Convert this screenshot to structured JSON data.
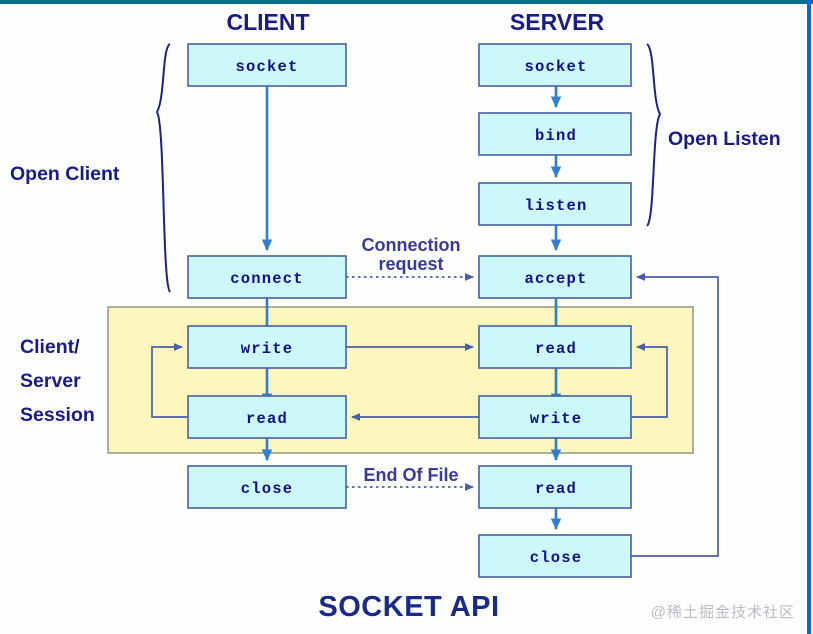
{
  "diagram": {
    "title": "SOCKET API",
    "columns": [
      {
        "id": "client",
        "label": "CLIENT"
      },
      {
        "id": "server",
        "label": "SERVER"
      }
    ],
    "groups": [
      {
        "id": "open-client",
        "label": "Open Client"
      },
      {
        "id": "open-listen",
        "label": "Open Listen"
      },
      {
        "id": "session",
        "label_lines": [
          "Client/",
          "Server",
          "Session"
        ]
      }
    ],
    "client_nodes": [
      {
        "id": "client-socket",
        "label": "socket"
      },
      {
        "id": "client-connect",
        "label": "connect"
      },
      {
        "id": "client-write",
        "label": "write"
      },
      {
        "id": "client-read",
        "label": "read"
      },
      {
        "id": "client-close",
        "label": "close"
      }
    ],
    "server_nodes": [
      {
        "id": "server-socket",
        "label": "socket"
      },
      {
        "id": "server-bind",
        "label": "bind"
      },
      {
        "id": "server-listen",
        "label": "listen"
      },
      {
        "id": "server-accept",
        "label": "accept"
      },
      {
        "id": "server-read-1",
        "label": "read"
      },
      {
        "id": "server-write",
        "label": "write"
      },
      {
        "id": "server-read-2",
        "label": "read"
      },
      {
        "id": "server-close",
        "label": "close"
      }
    ],
    "annotations": [
      {
        "id": "connection-request",
        "lines": [
          "Connection",
          "request"
        ]
      },
      {
        "id": "end-of-file",
        "lines": [
          "End Of File"
        ]
      }
    ],
    "colors": {
      "box_fill": "#ccf7fb",
      "box_stroke": "#4a5fa5",
      "session_fill": "#faf6bc",
      "heading": "#1a1a8c",
      "title": "#1a2a8c",
      "arrow_blue": "#2f7fd0",
      "edge_top": "#00708f",
      "edge_right": "#1565d8"
    }
  },
  "watermark": {
    "text": "@稀土掘金技术社区"
  }
}
